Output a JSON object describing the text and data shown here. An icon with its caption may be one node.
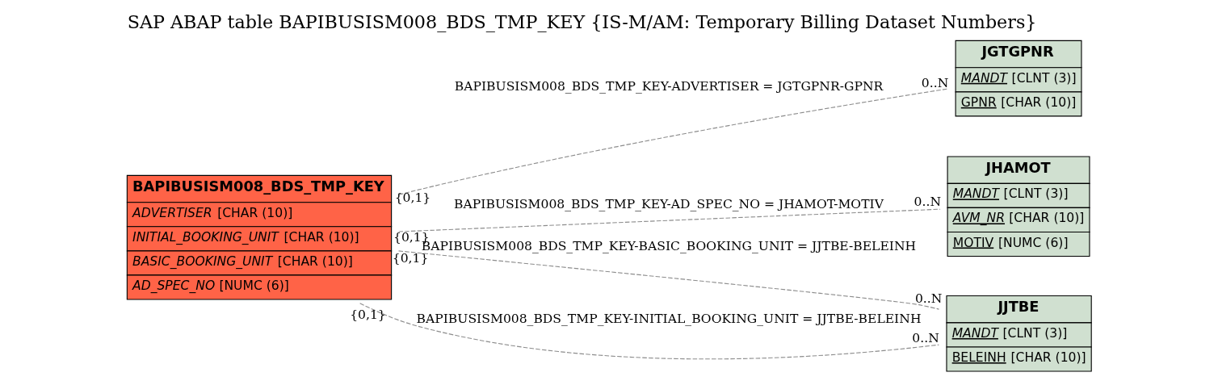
{
  "diagram": {
    "title": "SAP ABAP table BAPIBUSISM008_BDS_TMP_KEY {IS-M/AM: Temporary Billing Dataset Numbers}",
    "nodes": [
      {
        "text": [
          "BAPIBUSISM008_BDS_TMP_KEY",
          "ADVERTISER [CHAR (10)]",
          "INITIAL_BOOKING_UNIT [CHAR (10)]",
          "BASIC_BOOKING_UNIT [CHAR (10)]",
          "AD_SPEC_NO [NUMC (6)]"
        ]
      },
      {
        "text": [
          "JGTGPNR",
          "MANDT [CLNT (3)]",
          "GPNR [CHAR (10)]"
        ]
      },
      {
        "text": [
          "JHAMOT",
          "MANDT [CLNT (3)]",
          "AVM_NR [CHAR (10)]",
          "MOTIV [NUMC (6)]"
        ]
      },
      {
        "text": [
          "JJTBE",
          "MANDT [CLNT (3)]",
          "BELEINH [CHAR (10)]"
        ]
      }
    ],
    "edges": [
      {
        "from": 0,
        "to": 1,
        "arrow": "none",
        "label": "BAPIBUSISM008_BDS_TMP_KEY-ADVERTISER = JGTGPNR-GPNR",
        "style": "dashed"
      },
      {
        "from": 0,
        "to": 2,
        "arrow": "none",
        "label": "BAPIBUSISM008_BDS_TMP_KEY-AD_SPEC_NO = JHAMOT-MOTIV",
        "style": "dashed"
      },
      {
        "from": 0,
        "to": 3,
        "arrow": "none",
        "label": "BAPIBUSISM008_BDS_TMP_KEY-BASIC_BOOKING_UNIT = JJTBE-BELEINH",
        "style": "dashed"
      },
      {
        "from": 0,
        "to": 3,
        "arrow": "none",
        "label": "BAPIBUSISM008_BDS_TMP_KEY-INITIAL_BOOKING_UNIT = JJTBE-BELEINH",
        "style": "dashed"
      }
    ],
    "labels": [
      "0..N",
      "{0,1}",
      "0..N",
      "{0,1}",
      "{0,1}",
      "{0,1}",
      "0..N",
      "0..N"
    ]
  }
}
